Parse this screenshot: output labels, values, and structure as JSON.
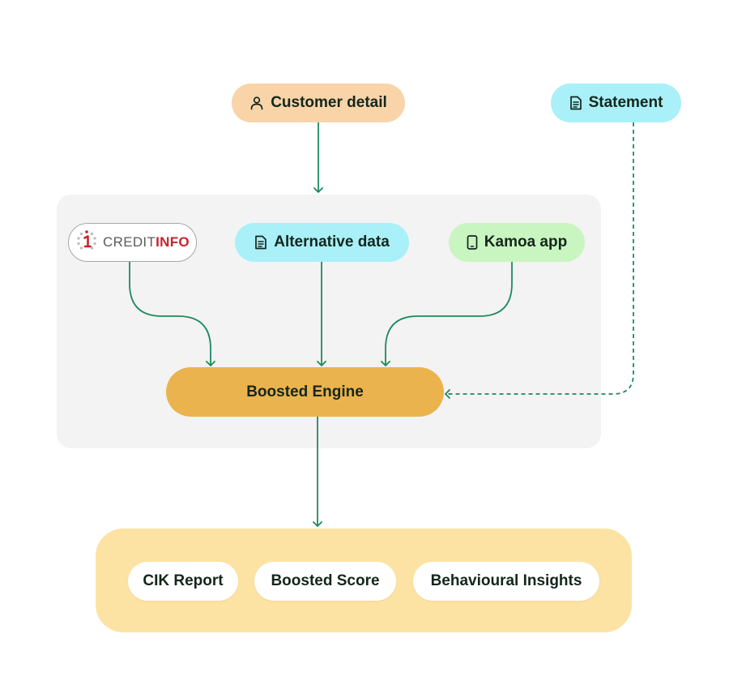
{
  "inputs": {
    "customer_detail": {
      "label": "Customer detail",
      "icon": "user-icon"
    },
    "statement": {
      "label": "Statement",
      "icon": "document-icon"
    }
  },
  "sources": {
    "creditinfo": {
      "logo_text_light": "CREDIT",
      "logo_text_bold": "INFO",
      "icon": "creditinfo-logo"
    },
    "alternative_data": {
      "label": "Alternative data",
      "icon": "document-icon"
    },
    "kamoa_app": {
      "label": "Kamoa app",
      "icon": "smartphone-icon"
    }
  },
  "engine": {
    "label": "Boosted Engine"
  },
  "outputs": [
    {
      "label": "CIK Report"
    },
    {
      "label": "Boosted Score"
    },
    {
      "label": "Behavioural Insights"
    }
  ],
  "colors": {
    "arrow": "#1d8a5f",
    "customer_bg": "#f8d4a8",
    "statement_bg": "#a9f0f8",
    "kamoa_bg": "#c9f5c0",
    "engine_bg": "#ebb34d",
    "output_panel_bg": "#fde3a3",
    "panel_bg": "#f3f3f3",
    "creditinfo_red": "#c4242b"
  }
}
